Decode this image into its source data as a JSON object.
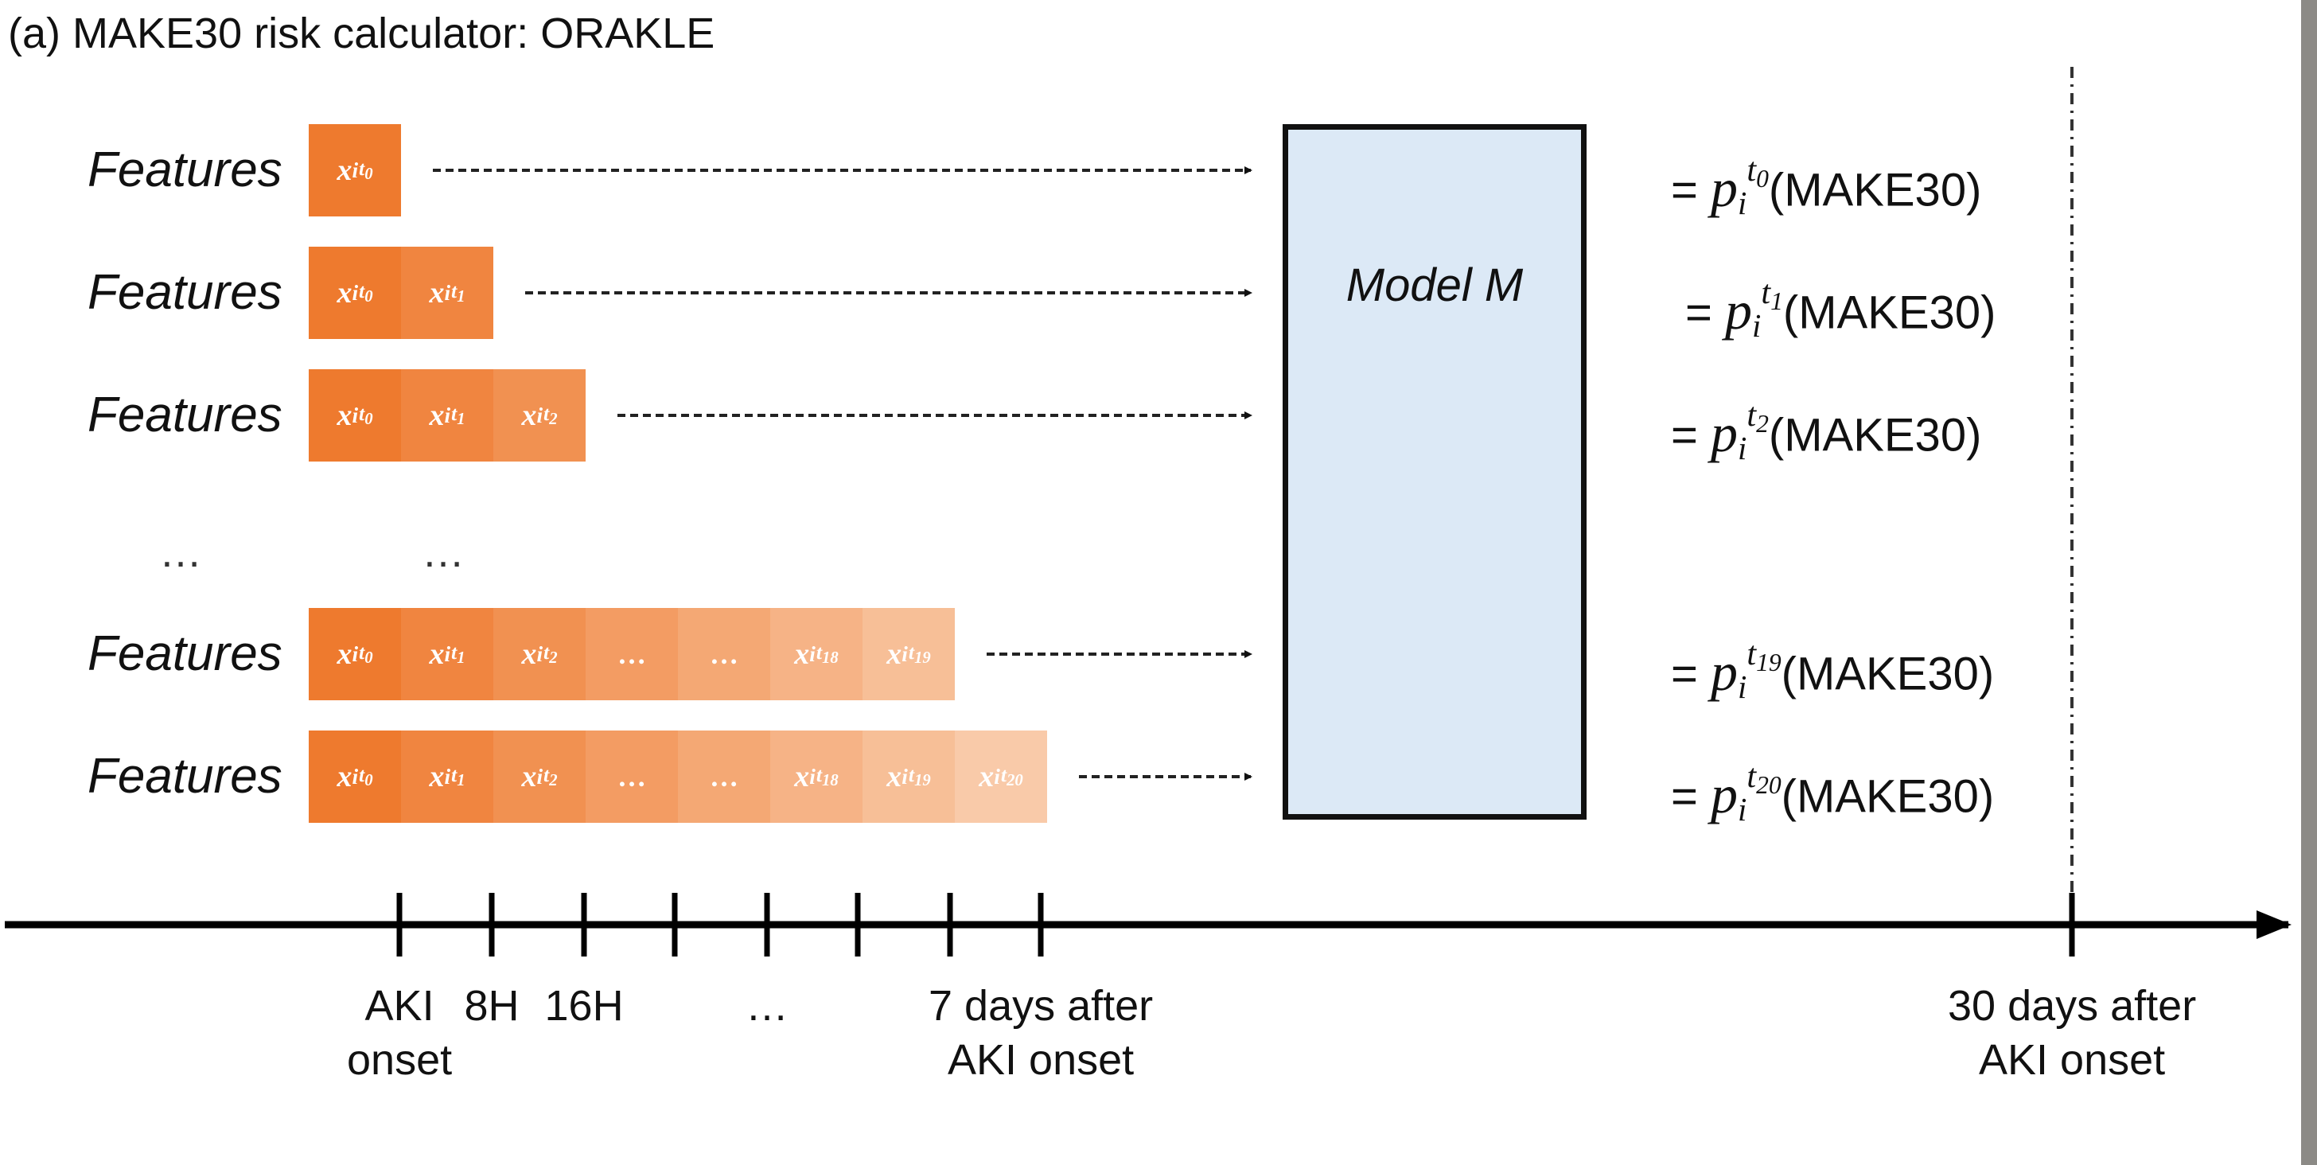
{
  "title": "(a) MAKE30 risk calculator: ORAKLE",
  "features_label": "Features",
  "feature_symbol": "x",
  "feature_index": "i",
  "ellipsis": "…",
  "rows": [
    {
      "cells": [
        "0"
      ],
      "output_sub": "0"
    },
    {
      "cells": [
        "0",
        "1"
      ],
      "output_sub": "1"
    },
    {
      "cells": [
        "0",
        "1",
        "2"
      ],
      "output_sub": "2"
    },
    {
      "cells": [
        "0",
        "1",
        "2",
        "…",
        "…",
        "18",
        "19"
      ],
      "output_sub": "19"
    },
    {
      "cells": [
        "0",
        "1",
        "2",
        "…",
        "…",
        "18",
        "19",
        "20"
      ],
      "output_sub": "20"
    }
  ],
  "gap_row_dots": "…",
  "model_label": "Model M",
  "output_prefix": "=",
  "output_symbol": "p",
  "output_index": "i",
  "output_time": "t",
  "output_suffix": "(MAKE30)",
  "timeline_ticks": [
    {
      "line1": "AKI",
      "line2": "onset"
    },
    {
      "line1": "8H",
      "line2": ""
    },
    {
      "line1": "16H",
      "line2": ""
    },
    {
      "line1": "",
      "line2": ""
    },
    {
      "line1": "…",
      "line2": ""
    },
    {
      "line1": "",
      "line2": ""
    },
    {
      "line1": "",
      "line2": ""
    },
    {
      "line1": "7 days after",
      "line2": "AKI onset"
    }
  ],
  "end_tick": {
    "line1": "30 days after",
    "line2": "AKI onset"
  },
  "colors": {
    "cell_base": "#ee7a2e",
    "cell_fade_end": "#fbdcc4",
    "model_fill": "#dce9f6",
    "axis": "#000000"
  }
}
